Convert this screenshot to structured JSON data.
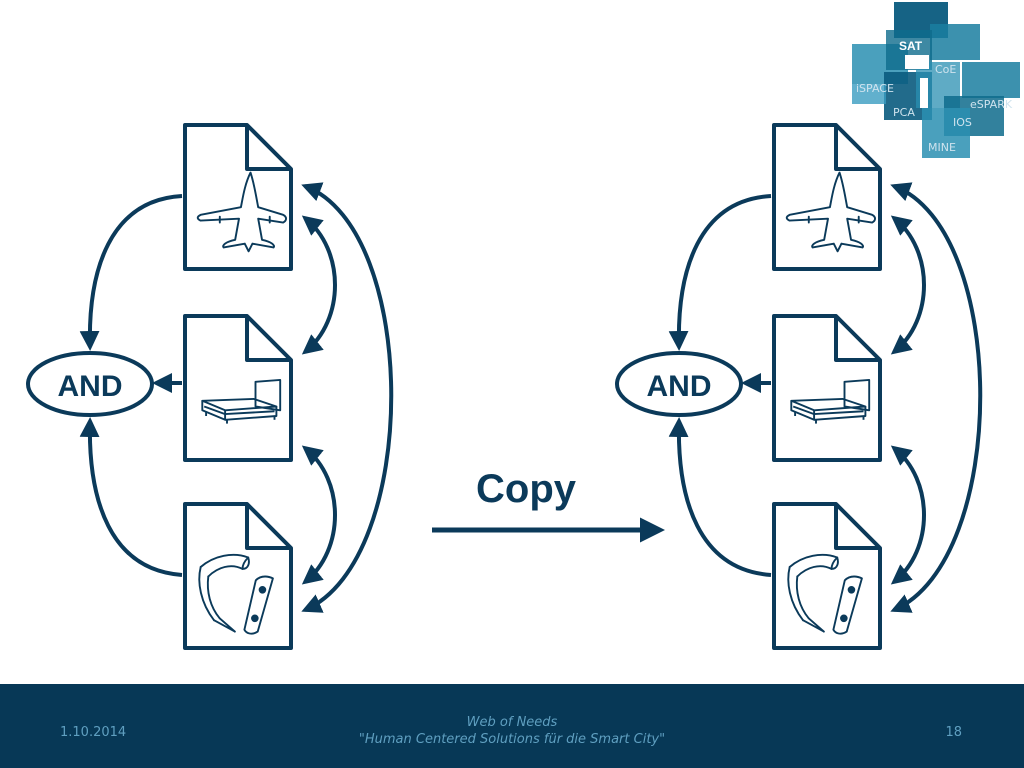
{
  "diagram": {
    "left_node_label": "AND",
    "right_node_label": "AND",
    "copy_label": "Copy",
    "need_icons": [
      "airplane-icon",
      "bed-icon",
      "kitesurf-icon"
    ],
    "stroke_color": "#0b3a5a"
  },
  "logo": {
    "labels": [
      "SAT",
      "CoE",
      "iSPACE",
      "eSPARK",
      "PCA",
      "IOS",
      "MINE"
    ],
    "colors": [
      "#0a5b7e",
      "#1a7ea0",
      "#2a8fb2",
      "#0e6b8c"
    ]
  },
  "footer": {
    "date": "1.10.2014",
    "title_line1": "Web of Needs",
    "title_line2": "\"Human Centered Solutions für die Smart City\"",
    "page": "18",
    "bg_color": "#073856"
  }
}
